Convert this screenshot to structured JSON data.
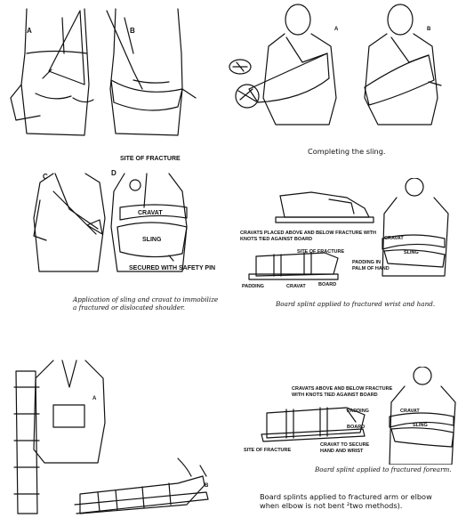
{
  "panel_shoulder": {
    "letters": [
      "A",
      "B",
      "C",
      "D"
    ],
    "labels": {
      "site_of_fracture": "SITE OF FRACTURE",
      "cravat": "CRAVAT",
      "sling": "SLING",
      "secured": "SECURED WITH SAFETY PIN"
    },
    "caption": [
      "Application of sling and cravat to immobilize",
      "a fractured or dislocated shoulder."
    ]
  },
  "panel_sling": {
    "letters": [
      "A",
      "B"
    ],
    "caption": "Completing the sling."
  },
  "panel_wrist": {
    "labels": {
      "cravats_line1": "CRAVATS PLACED ABOVE AND BELOW FRACTURE WITH",
      "cravats_line2": "KNOTS TIED AGAINST BOARD",
      "site_of_fracture": "SITE OF FRACTURE",
      "padding_palm_1": "PADDING IN",
      "padding_palm_2": "PALM OF HAND",
      "padding": "PADDING",
      "cravat": "CRAVAT",
      "board": "BOARD",
      "cravat_right": "CRAVAT",
      "sling_right": "SLING"
    },
    "caption": "Board splint applied to fractured wrist and hand."
  },
  "panel_arm": {
    "letters": [
      "A",
      "B"
    ],
    "caption": [
      "Board splints applied to fractured arm or elbow",
      "when elbow is not bent ²two methods)."
    ]
  },
  "panel_forearm": {
    "labels": {
      "cravats_line1": "CRAVATS ABOVE AND BELOW FRACTURE",
      "cravats_line2": "WITH KNOTS TIED AGAINST BOARD",
      "padding": "PADDING",
      "board": "BOARD",
      "site_of_fracture": "SITE OF FRACTURE",
      "cravat_secure_1": "CRAVAT TO SECURE",
      "cravat_secure_2": "HAND AND WRIST",
      "cravat_right": "CRAVAT",
      "sling_right": "SLING"
    },
    "caption": "Board splint applied to fractured forearm."
  }
}
